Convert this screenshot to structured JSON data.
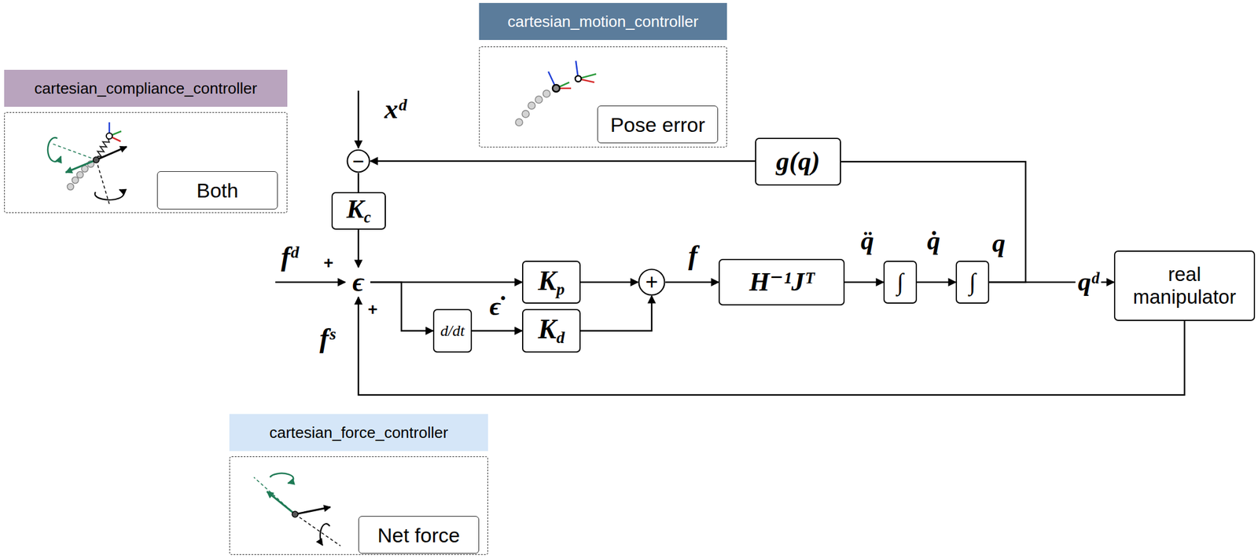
{
  "diagram": {
    "nodes": [
      {
        "text": [
          "cartesian_motion_controller"
        ]
      },
      {
        "text": [
          "Pose error"
        ],
        "in": 0
      },
      {
        "text": [
          "cartesian_compliance_controller"
        ]
      },
      {
        "text": [
          "Both"
        ],
        "in": 2
      },
      {
        "text": [
          "−"
        ]
      },
      {
        "text": [
          "g(q)"
        ]
      },
      {
        "text": [
          "Kc"
        ]
      },
      {
        "text": [
          "ϵ"
        ]
      },
      {
        "text": [
          "Kp"
        ]
      },
      {
        "text": [
          "+"
        ]
      },
      {
        "text": [
          "H⁻¹Jᵀ"
        ]
      },
      {
        "text": [
          "∫"
        ]
      },
      {
        "text": [
          "∫"
        ]
      },
      {
        "text": [
          "real manipulator"
        ]
      },
      {
        "text": [
          "d/dt"
        ]
      },
      {
        "text": [
          "Kd"
        ]
      },
      {
        "text": [
          "cartesian_force_controller"
        ]
      },
      {
        "text": [
          "Net force"
        ],
        "in": 16
      }
    ],
    "edges": [
      {
        "from": 4,
        "to": 6,
        "arrow": "none"
      },
      {
        "from": 6,
        "to": 7,
        "arrow": "to"
      },
      {
        "from": 7,
        "to": 8,
        "arrow": "to"
      },
      {
        "from": 7,
        "to": 14,
        "arrow": "to"
      },
      {
        "from": 14,
        "to": 15,
        "arrow": "to"
      },
      {
        "from": 8,
        "to": 9,
        "arrow": "to"
      },
      {
        "from": 15,
        "to": 9,
        "arrow": "to"
      },
      {
        "from": 9,
        "to": 10,
        "arrow": "to"
      },
      {
        "from": 10,
        "to": 11,
        "arrow": "to"
      },
      {
        "from": 11,
        "to": 12,
        "arrow": "to"
      },
      {
        "from": 12,
        "to": 13,
        "label": "qᵈ",
        "arrow": "to"
      },
      {
        "from": 12,
        "to": 5,
        "arrow": "none"
      },
      {
        "from": 5,
        "to": 4,
        "arrow": "to"
      },
      {
        "from": 13,
        "to": 7,
        "arrow": "to"
      }
    ],
    "labels": [
      "xᵈ",
      "fᵈ",
      "+",
      "+",
      "fˢ",
      "ϵ̇",
      "f",
      "q̈",
      "q̇",
      "q"
    ]
  }
}
